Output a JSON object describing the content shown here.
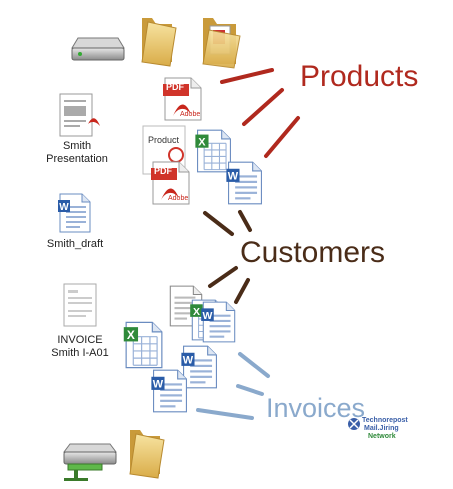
{
  "files": {
    "smith_presentation": "Smith\nPresentation",
    "smith_draft": "Smith_draft",
    "invoice": "INVOICE\nSmith I-A01"
  },
  "pdf_badge": {
    "top": "PDF",
    "bottom": "Adobe"
  },
  "product_doc_label": "Product",
  "categories": {
    "products": "Products",
    "customers": "Customers",
    "invoices": "Invoices"
  },
  "watermark": {
    "line1": "Technorepost",
    "line2": "Mail.Jiring",
    "line3": "Network"
  },
  "colors": {
    "products": "#b0291e",
    "customers": "#4a2c18",
    "invoices": "#8aa9cc",
    "pdf_red": "#d0342a",
    "word_blue": "#2a5ca8",
    "excel_green": "#2f8a3a",
    "folder": "#e8c56a"
  },
  "icons": [
    "drive-icon",
    "folder-icon",
    "folder-with-papers-icon",
    "pdf-icon",
    "word-doc-icon",
    "excel-doc-icon",
    "product-doc-icon",
    "invoice-doc-icon",
    "network-drive-icon",
    "watermark-logo"
  ]
}
